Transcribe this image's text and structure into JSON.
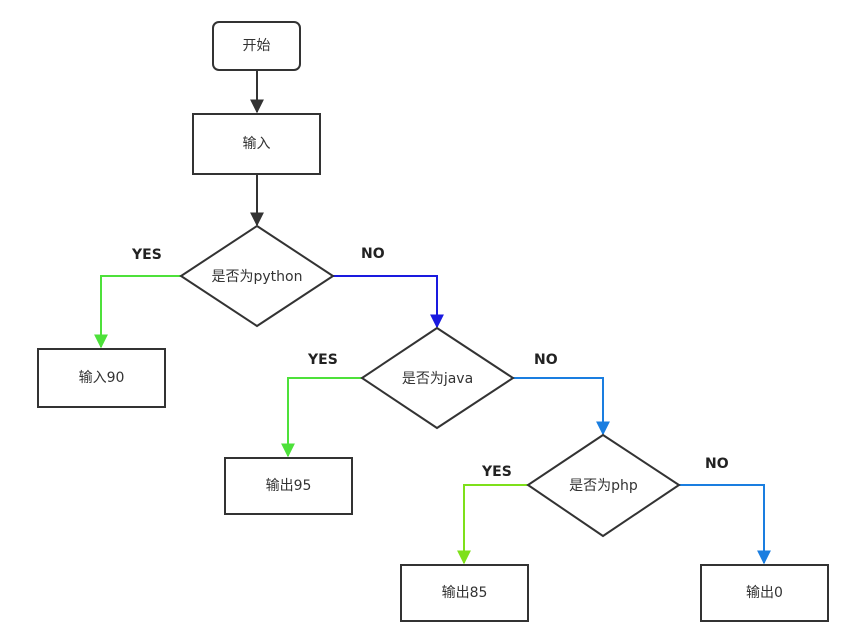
{
  "colors": {
    "dark": "#333333",
    "green": "#4de13a",
    "navy": "#1a1adf",
    "blue": "#1a7ee0",
    "yellow_green": "#7ee01a",
    "node_border": "#333333"
  },
  "nodes": {
    "start": "开始",
    "input": "输入",
    "decision_python": "是否为python",
    "output_90": "输入90",
    "decision_java": "是否为java",
    "output_95": "输出95",
    "decision_php": "是否为php",
    "output_85": "输出85",
    "output_0": "输出0"
  },
  "edge_labels": {
    "python_yes": "YES",
    "python_no": "NO",
    "java_yes": "YES",
    "java_no": "NO",
    "php_yes": "YES",
    "php_no": "NO"
  }
}
